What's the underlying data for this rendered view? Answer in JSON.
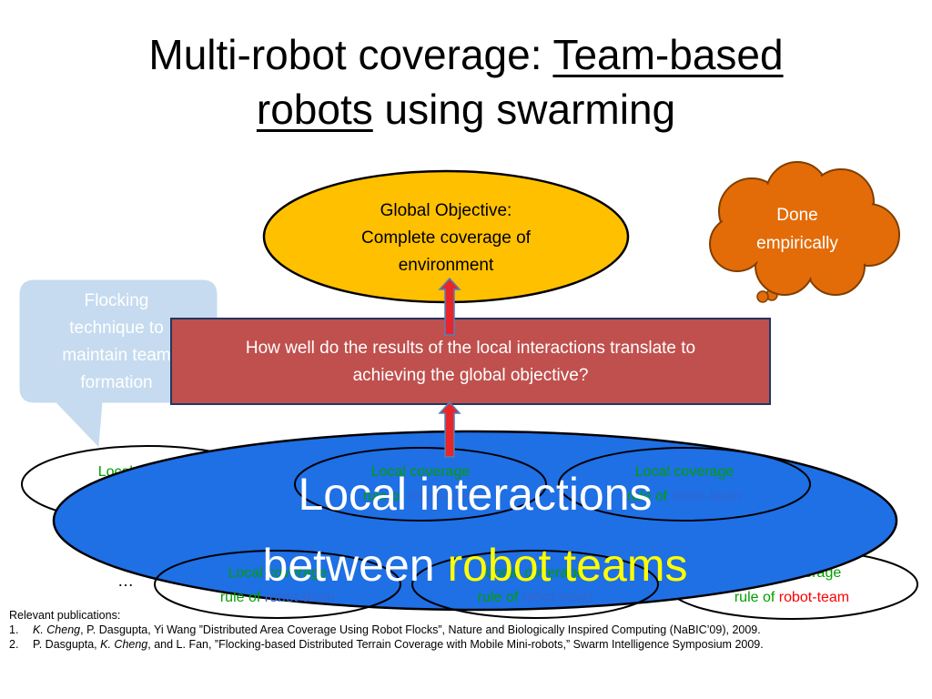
{
  "slide": {
    "title": {
      "part1": "Multi-robot coverage: ",
      "part2": "Team-based",
      "part3": "robots",
      "part4": " using swarming"
    },
    "global_objective": {
      "lines": [
        "Global Objective:",
        "Complete coverage of",
        "environment"
      ]
    },
    "done_cloud": {
      "lines": [
        "Done",
        "empirically"
      ]
    },
    "flocking_callout": {
      "lines": [
        "Flocking",
        "technique to",
        "maintain team",
        "formation"
      ]
    },
    "question_box": {
      "lines": [
        "How well do the results of the local interactions translate to",
        "achieving the global objective?"
      ]
    },
    "local_interactions": {
      "line1": "Local interactions",
      "line2_a": "between ",
      "line2_b": "robot teams"
    },
    "team_ellipses": {
      "label_line1": "Local coverage",
      "label_line2_a": "rule of ",
      "label_line2_b": "robot-team",
      "ellipsis": "…"
    },
    "publications": {
      "heading": "Relevant publications:",
      "items": [
        {
          "num": "1.",
          "author_italic": "K. Cheng",
          "rest": ", P. Dasgupta, Yi Wang ”Distributed Area Coverage Using Robot Flocks”, Nature and Biologically Inspired Computing (NaBIC’09), 2009."
        },
        {
          "num": "2.",
          "authors_pre": "P. Dasgupta, ",
          "author_italic": "K. Cheng",
          "rest": ", and L. Fan, ”Flocking-based Distributed Terrain Coverage with Mobile Mini-robots,” Swarm Intelligence Symposium 2009."
        }
      ]
    },
    "colors": {
      "objective_fill": "#FFC000",
      "cloud_fill": "#E36C09",
      "callout_fill": "#C6DBEF",
      "question_fill": "#C0504D",
      "big_ellipse_fill": "#1F6FE5",
      "arrow_fill": "#E8262A",
      "arrow_edge": "#4F81BD",
      "green_text": "#00A000",
      "blue_text": "#3366CC",
      "red_text": "#FF0000",
      "yellow_text": "#FFFF00"
    }
  }
}
